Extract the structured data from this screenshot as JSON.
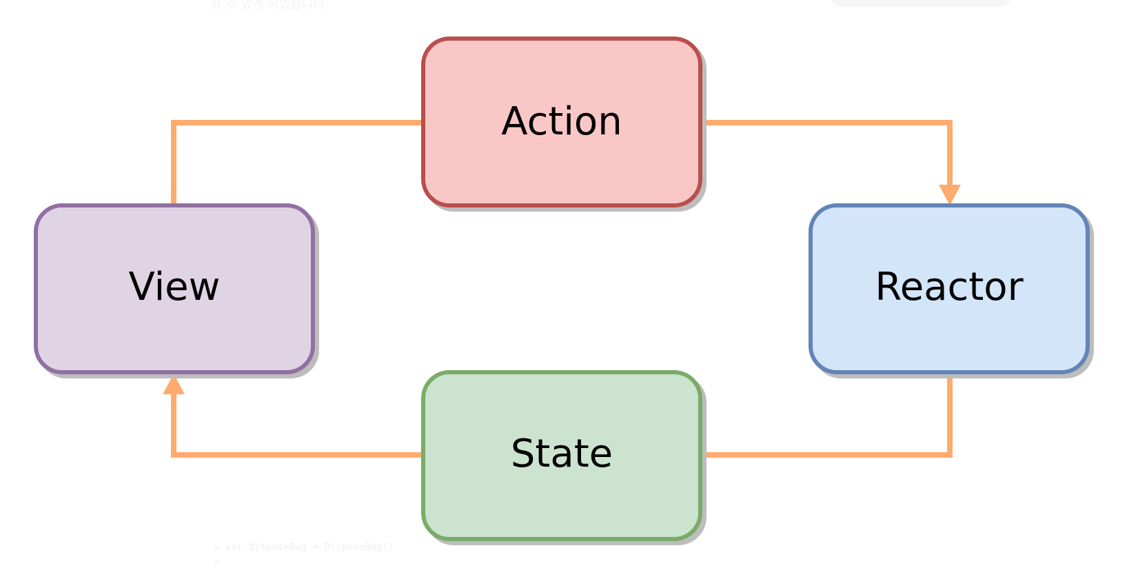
{
  "background_text": {
    "top": "할 수 있게 되었습니다.",
    "bottom_line_1": "> var disposeBag = DisposeBag()",
    "bottom_line_2": ">"
  },
  "nodes": {
    "action": {
      "label": "Action",
      "fill": "#f8c7c6",
      "stroke": "#b94f4c"
    },
    "reactor": {
      "label": "Reactor",
      "fill": "#d3e5f8",
      "stroke": "#6285b7"
    },
    "state": {
      "label": "State",
      "fill": "#cce3cf",
      "stroke": "#7aab68"
    },
    "view": {
      "label": "View",
      "fill": "#e0d3e3",
      "stroke": "#9170a1"
    }
  },
  "colors": {
    "arrow": "#ffab6d",
    "shadow": "#c8c8c8"
  },
  "edges": [
    {
      "from": "View",
      "to": "Action"
    },
    {
      "from": "Action",
      "to": "Reactor"
    },
    {
      "from": "Reactor",
      "to": "State"
    },
    {
      "from": "State",
      "to": "View"
    }
  ]
}
